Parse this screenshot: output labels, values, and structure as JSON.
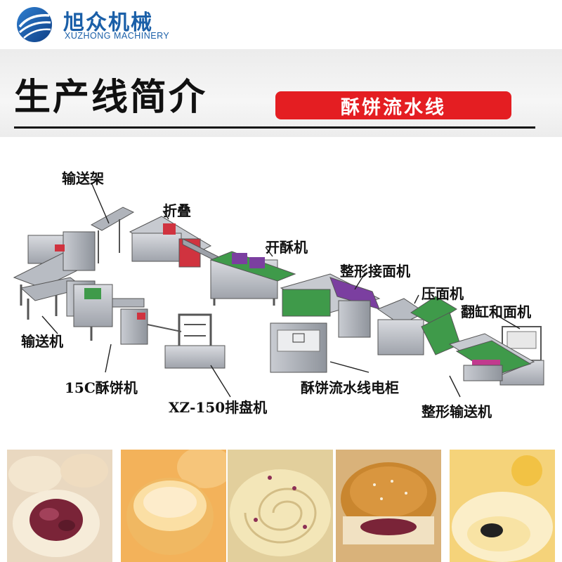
{
  "header": {
    "brand_cn": "旭众机械",
    "brand_en": "XUZHONG MACHINERY",
    "logo_icon": "globe-logo-icon"
  },
  "title": {
    "main": "生产线简介",
    "subtitle": "酥饼流水线"
  },
  "diagram": {
    "labels": {
      "conveyor_rack": "输送架",
      "folding": "折叠",
      "pastry_opener": "开酥机",
      "shaping_connector": "整形接面机",
      "dough_press": "压面机",
      "tilt_mixer": "翻缸和面机",
      "conveyor": "输送机",
      "pastry_machine": "15C酥饼机",
      "tray_arranger": "XZ-150排盘机",
      "control_cabinet": "酥饼流水线电柜",
      "shaping_conveyor": "整形输送机"
    }
  },
  "colors": {
    "brand_blue": "#1a5fa8",
    "accent_red": "#e41e22",
    "machine_gray": "#a9acb3",
    "belt_green": "#3f9a4a",
    "roller_red": "#d0333f",
    "roller_purple": "#7b3fa0"
  },
  "photos": [
    {
      "name": "rose-pastry-photo"
    },
    {
      "name": "golden-cake-photo"
    },
    {
      "name": "flaky-swirl-photo"
    },
    {
      "name": "sesame-pastry-photo"
    },
    {
      "name": "egg-yolk-pastry-photo"
    }
  ]
}
